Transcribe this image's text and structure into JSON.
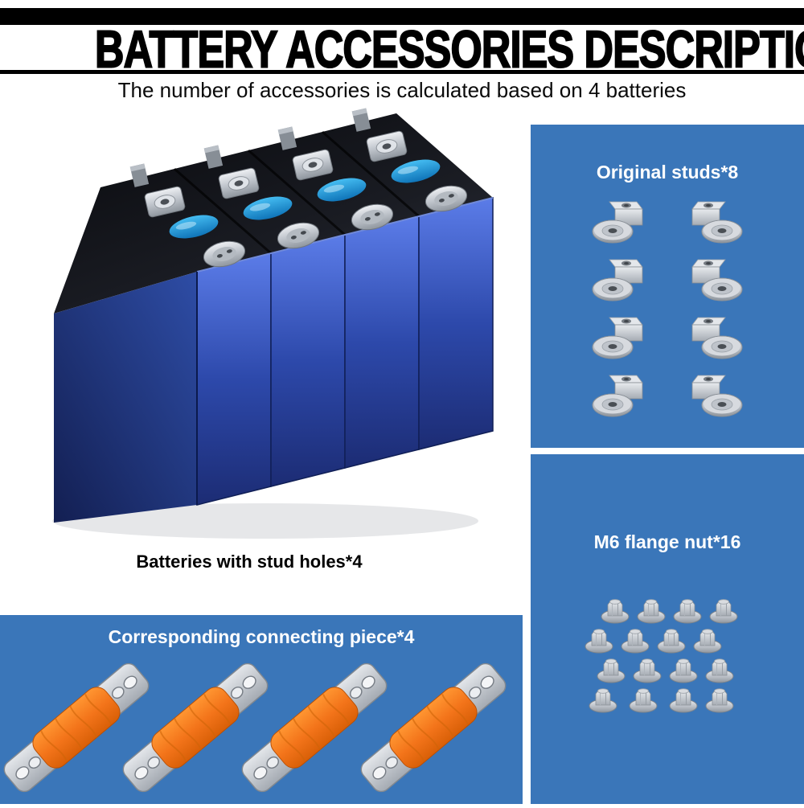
{
  "header": {
    "title": "BATTERY ACCESSORIES DESCRIPTION",
    "subtitle": "The number of accessories is calculated based on 4 batteries"
  },
  "battery_photo": {
    "caption": "Batteries with stud holes*4"
  },
  "panels": {
    "studs": {
      "title": "Original studs*8"
    },
    "nuts": {
      "title": "M6 flange nut*16"
    },
    "connectors": {
      "title": "Corresponding connecting piece*4"
    }
  },
  "colors": {
    "panel_blue": "#3a76b9",
    "battery_blue": "#2d49ab",
    "battery_top_black": "#15171d",
    "sticker_blue": "#219fdf",
    "connector_orange": "#f3741a",
    "metal_silver": "#c3c8cf"
  }
}
